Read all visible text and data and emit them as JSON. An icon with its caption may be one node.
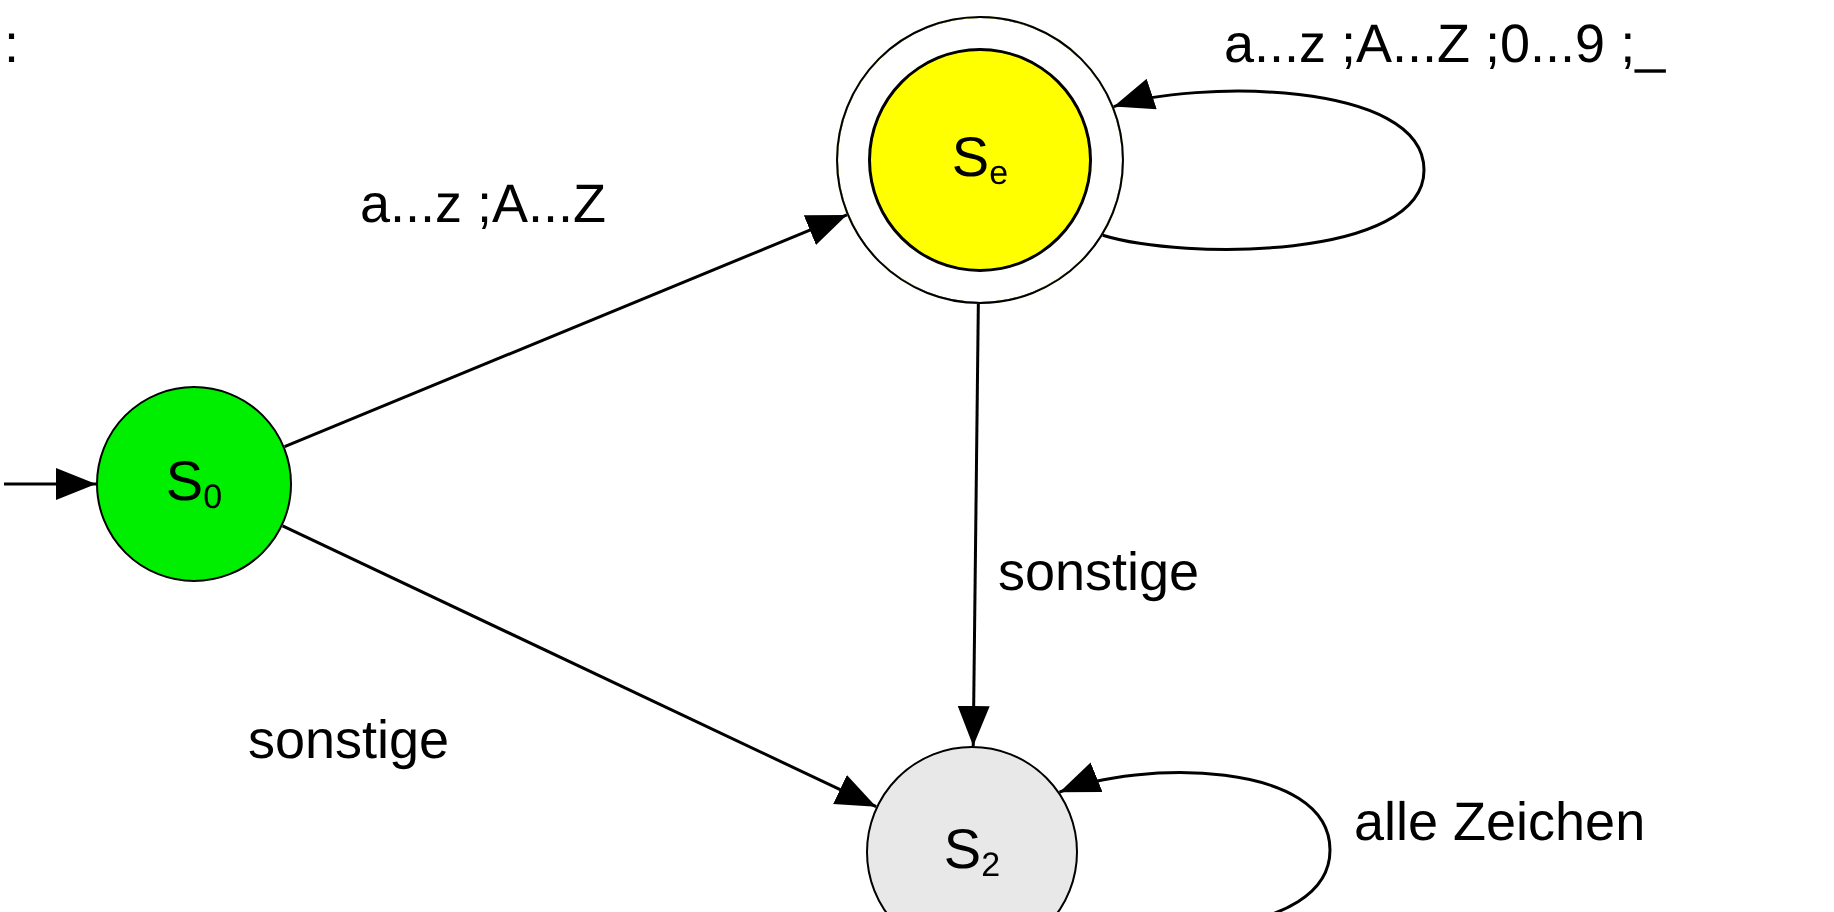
{
  "diagram": {
    "nodes": [
      {
        "text": [
          "S$_{0}$"
        ]
      },
      {
        "text": [
          "S$_{e}$"
        ]
      },
      {
        "text": [
          "S$_{2}$"
        ]
      }
    ],
    "edges": [
      {
        "from": null,
        "to": 0,
        "arrow": "to"
      },
      {
        "from": 0,
        "to": 1,
        "arrow": "to",
        "label": "a...z ;A...Z"
      },
      {
        "from": 1,
        "to": 1,
        "arrow": "to",
        "label": "a...z ;A...Z ;0...9 ;_"
      },
      {
        "from": 1,
        "to": 2,
        "arrow": "to",
        "label": "sonstige"
      },
      {
        "from": 0,
        "to": 2,
        "arrow": "to",
        "label": "sonstige"
      },
      {
        "from": 2,
        "to": 2,
        "arrow": "to",
        "label": "alle Zeichen"
      }
    ],
    "labels": [
      ":"
    ]
  }
}
